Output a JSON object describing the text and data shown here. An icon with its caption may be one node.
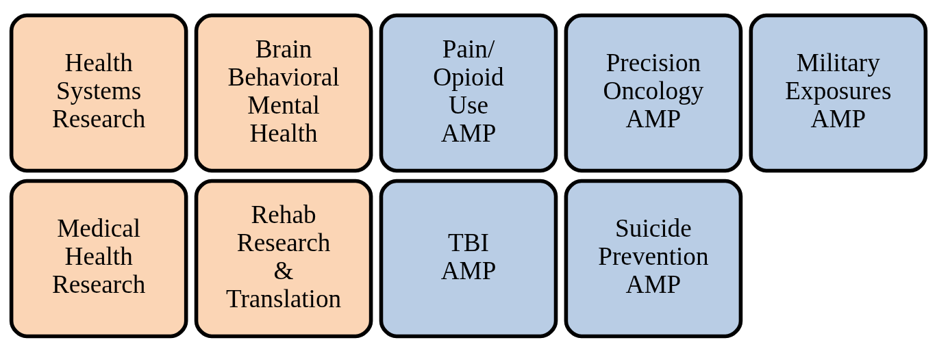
{
  "diagram": {
    "nodes": [
      {
        "text": [
          "Health Systems Research"
        ]
      },
      {
        "text": [
          "Medical Health Research"
        ]
      },
      {
        "text": [
          "Brain Behavioral Mental Health"
        ]
      },
      {
        "text": [
          "Rehab Research & Translation"
        ]
      },
      {
        "text": [
          "Pain/ Opioid Use AMP"
        ]
      },
      {
        "text": [
          "TBI AMP"
        ]
      },
      {
        "text": [
          "Precision Oncology AMP"
        ]
      },
      {
        "text": [
          "Suicide Prevention AMP"
        ]
      },
      {
        "text": [
          "Military Exposures AMP"
        ]
      }
    ]
  }
}
